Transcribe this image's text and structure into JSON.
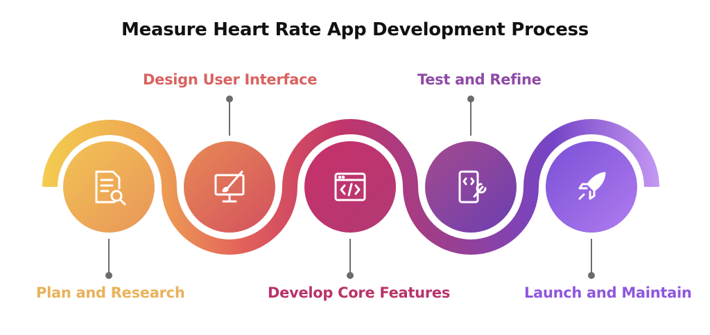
{
  "title": "Measure Heart Rate App Development Process",
  "steps": [
    {
      "label": "Plan and Research",
      "color": "#e8b25a",
      "icon": "document-search-icon"
    },
    {
      "label": "Design User Interface",
      "color": "#d9625f",
      "icon": "monitor-paintbrush-icon"
    },
    {
      "label": "Develop Core Features",
      "color": "#b8336a",
      "icon": "code-window-icon"
    },
    {
      "label": "Test and Refine",
      "color": "#8f4aa6",
      "icon": "mobile-wrench-icon"
    },
    {
      "label": "Launch and Maintain",
      "color": "#8f57dd",
      "icon": "rocket-icon"
    }
  ],
  "colors": {
    "gradient": [
      "#f3cc4f",
      "#e98a52",
      "#d9455f",
      "#b3276a",
      "#7a3fb0",
      "#7a4ad8",
      "#c79af5"
    ]
  }
}
